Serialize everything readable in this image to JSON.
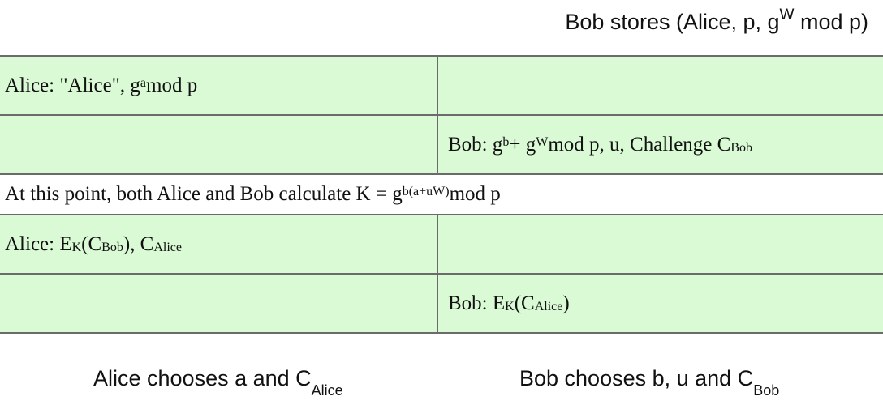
{
  "header_note": {
    "prefix": "Bob stores (Alice, p, g",
    "sup": "W",
    "suffix": " mod p)"
  },
  "rows": [
    {
      "side": "left",
      "prefix": "Alice: \"Alice\", g",
      "sup": "a",
      "suffix": " mod p"
    },
    {
      "side": "right",
      "prefix": "Bob: g",
      "sup1": "b",
      "mid1": " + g",
      "sup2": "W",
      "mid2": " mod p, u, Challenge C",
      "sub": "Bob"
    },
    {
      "side": "full",
      "prefix": "At this point, both Alice and Bob calculate K = g",
      "sup": "b(a+uW)",
      "suffix": " mod p"
    },
    {
      "side": "left",
      "prefix": "Alice: E",
      "sub1": "K",
      "mid1": "(C",
      "sub2": "Bob",
      "mid2": "), C",
      "sub3": "Alice"
    },
    {
      "side": "right",
      "prefix": "Bob: E",
      "sub1": "K",
      "mid1": "(C",
      "sub2": "Alice",
      "suffix": ")"
    }
  ],
  "footer_notes": {
    "alice": {
      "prefix": "Alice chooses a and C",
      "sub": "Alice"
    },
    "bob": {
      "prefix": "Bob chooses b, u and C",
      "sub": "Bob"
    }
  },
  "colors": {
    "cell_fill": "#d9fad4",
    "border": "#6b6b6b",
    "text": "#111111"
  }
}
